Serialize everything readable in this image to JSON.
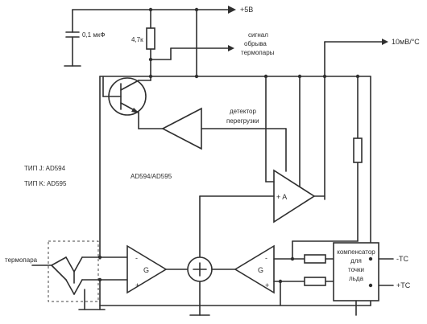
{
  "labels": {
    "supply": "+5В",
    "cap": "0,1 мкФ",
    "resistor": "4,7к",
    "signal_line1": "сигнал",
    "signal_line2": "обрыва",
    "signal_line3": "термопары",
    "output": "10мВ/°C",
    "overload_line1": "детектор",
    "overload_line2": "перегрузки",
    "type_j": "ТИП J: AD594",
    "type_k": "ТИП K: AD595",
    "chip": "AD594/AD595",
    "thermocouple": "термопара",
    "amp_a": "+ A",
    "amp_g1": "G",
    "amp_g2": "G",
    "minus": "-",
    "plus": "+",
    "comp_line1": "компенсатор",
    "comp_line2": "для",
    "comp_line3": "точки",
    "comp_line4": "льда",
    "minus_tc": "-TC",
    "plus_tc": "+TC"
  }
}
